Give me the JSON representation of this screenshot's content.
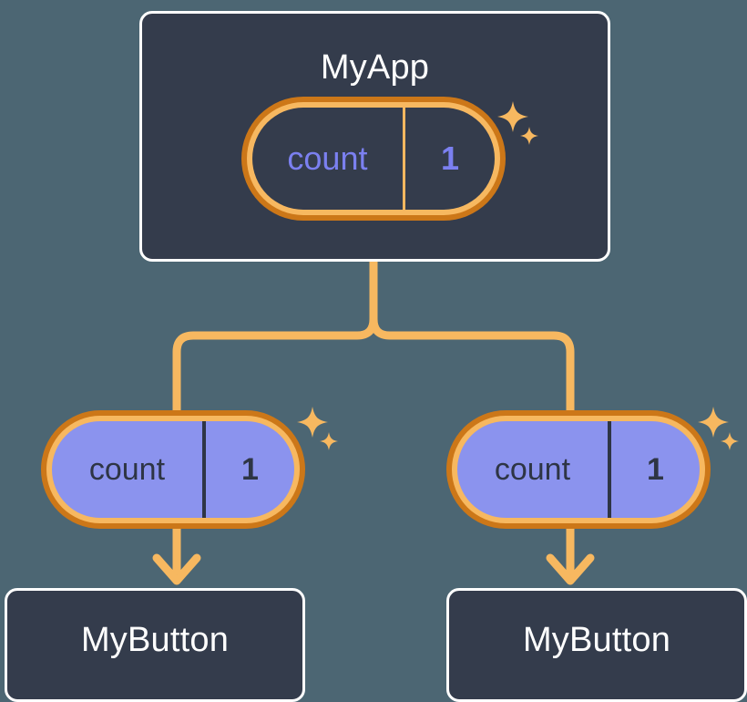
{
  "diagram": {
    "type": "component-state-tree",
    "background_color": "#4c6673",
    "accent_orange": "#f7b860",
    "accent_orange_dark": "#cc7718",
    "accent_purple": "#8b93ee",
    "panel_dark": "#343c4c",
    "state_label": "count",
    "state_value": "1"
  },
  "root": {
    "title": "MyApp",
    "state": {
      "key": "count",
      "value": "1",
      "highlighted": true
    }
  },
  "children": [
    {
      "title": "MyButton",
      "state": {
        "key": "count",
        "value": "1",
        "highlighted": true
      }
    },
    {
      "title": "MyButton",
      "state": {
        "key": "count",
        "value": "1",
        "highlighted": true
      }
    }
  ],
  "sparkles": [
    {
      "name": "sparkle-top-large"
    },
    {
      "name": "sparkle-top-small"
    },
    {
      "name": "sparkle-left-large"
    },
    {
      "name": "sparkle-left-small"
    },
    {
      "name": "sparkle-right-large"
    },
    {
      "name": "sparkle-right-small"
    }
  ]
}
